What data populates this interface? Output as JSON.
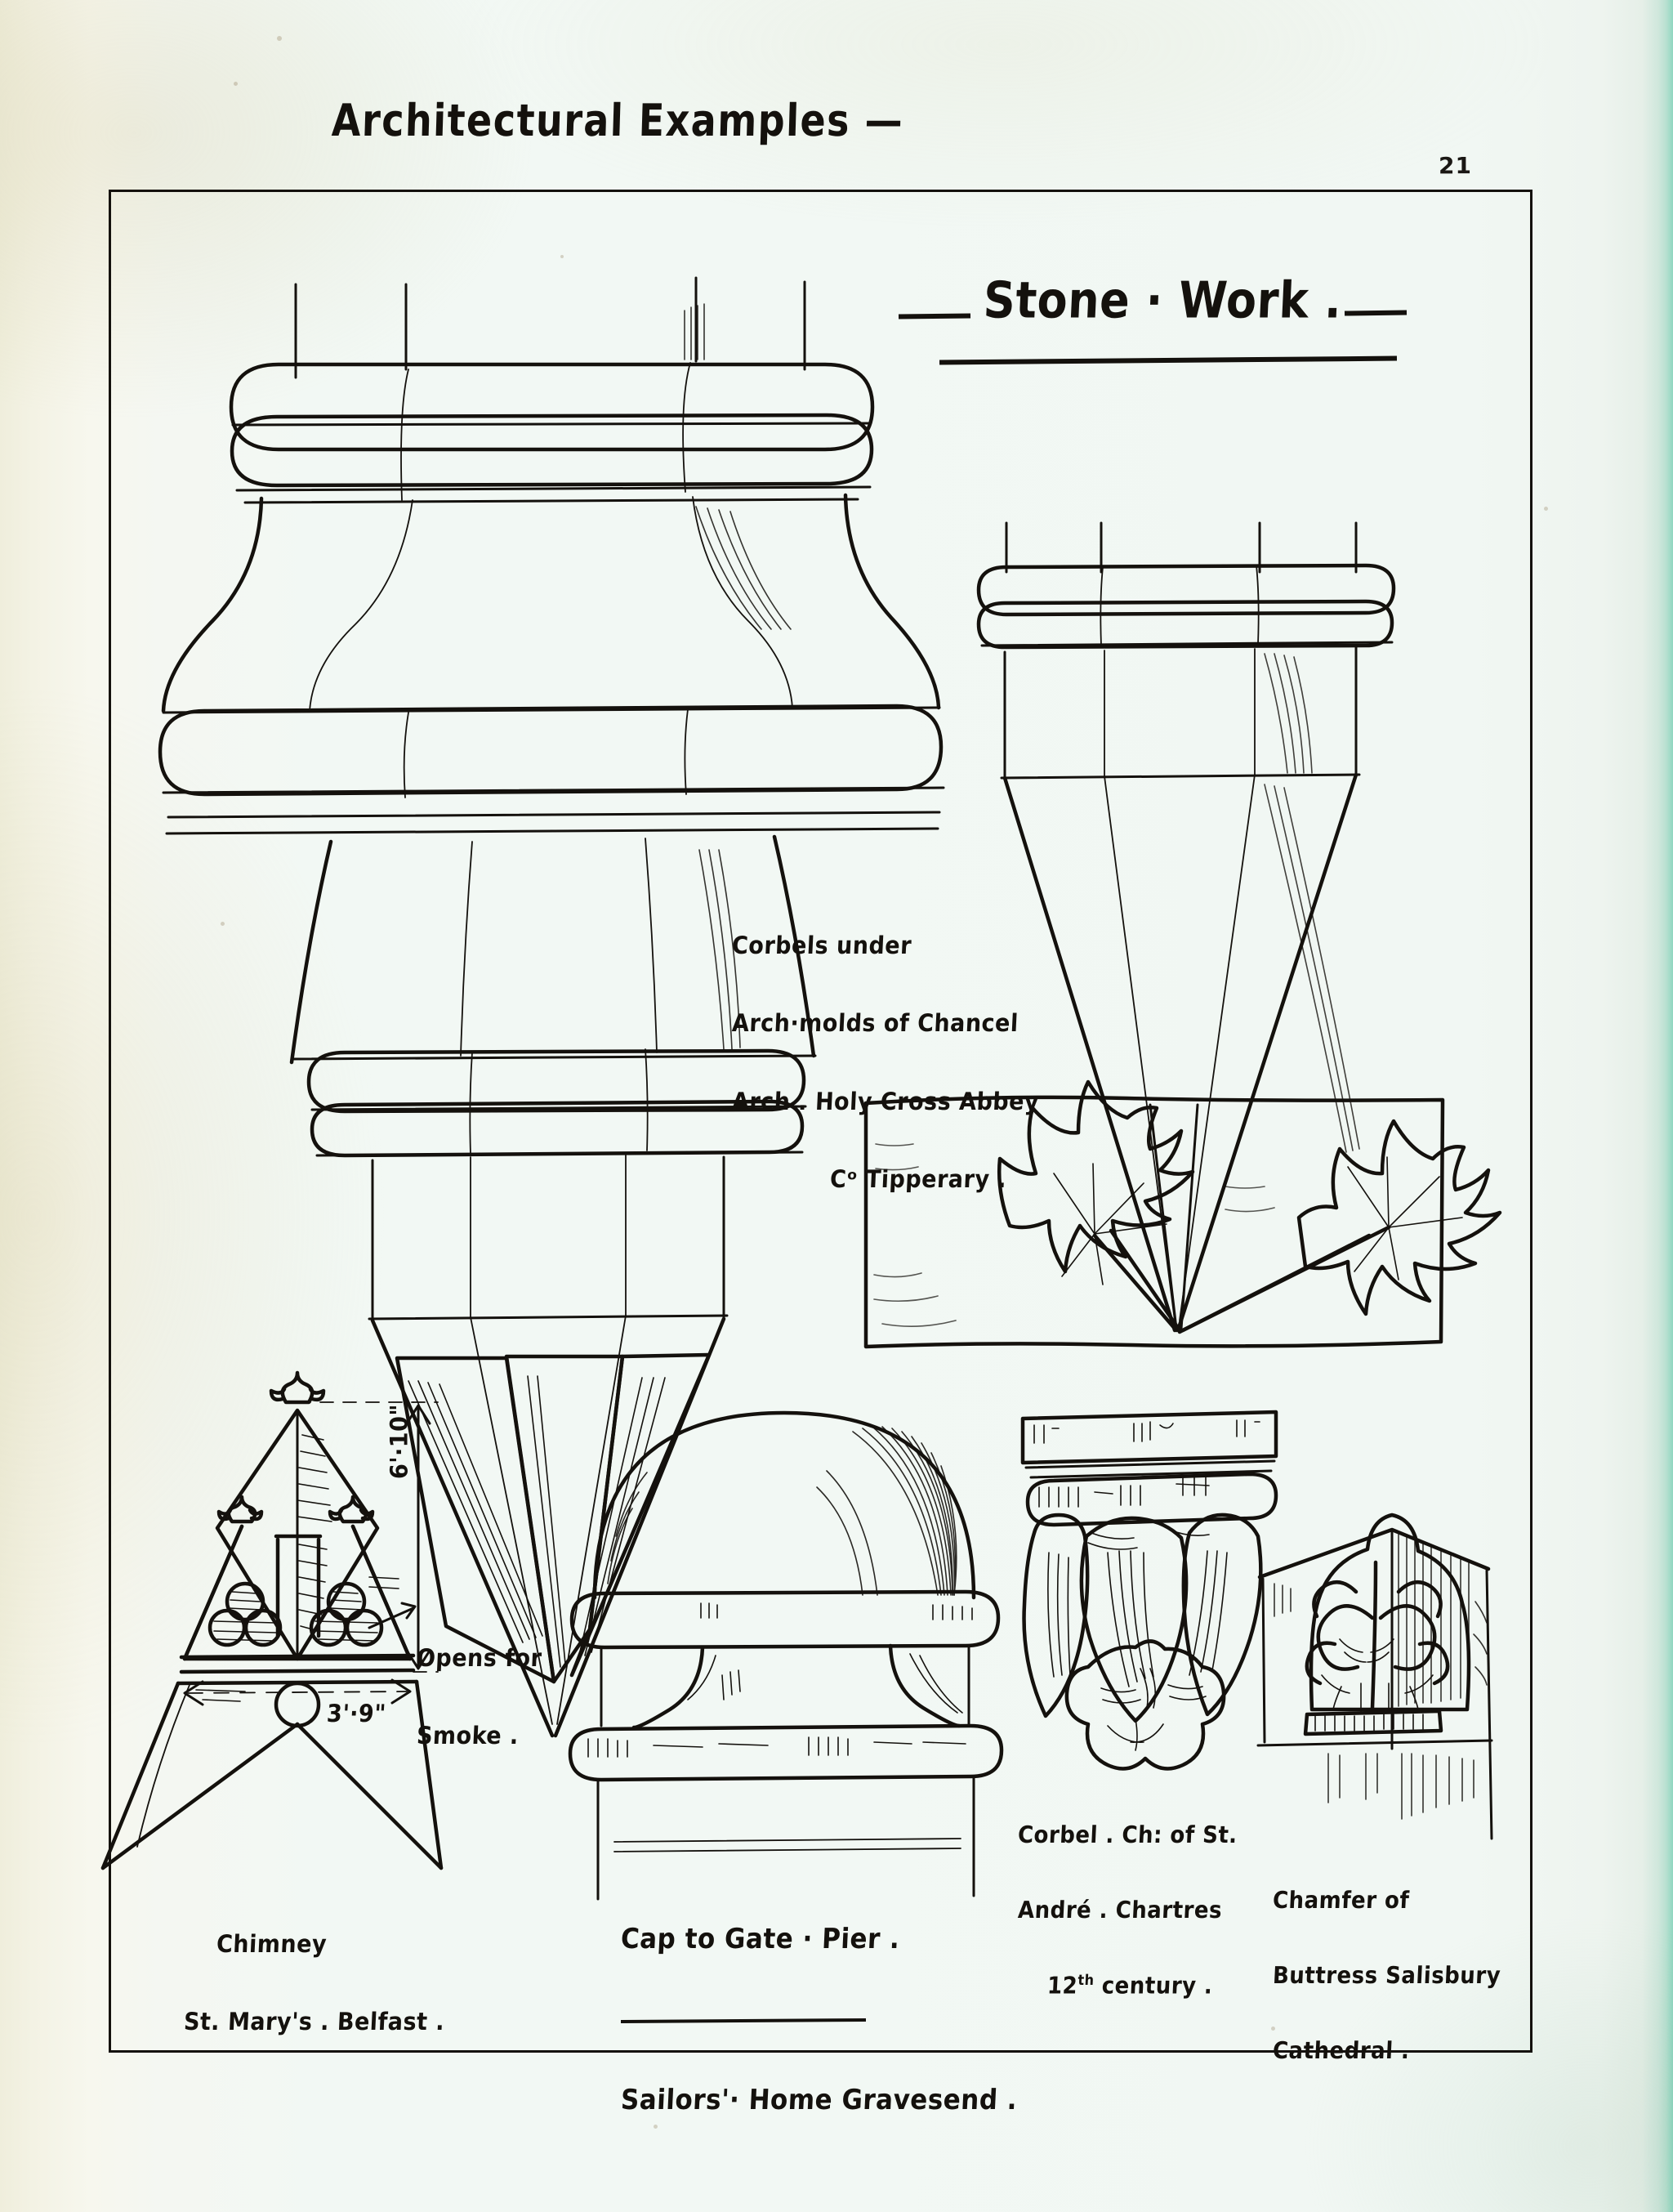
{
  "page": {
    "header_title": "Architectural Examples —",
    "page_number": "21",
    "heading": "Stone · Work .",
    "paper_color": "#f2f8f4",
    "ink_color": "#14110d",
    "edge_color": "#8fd6c0"
  },
  "figures": {
    "corbels": {
      "caption_line1": "Corbels under",
      "caption_line2": "Arch·molds of Chancel",
      "caption_line3": "Arch . Holy Cross Abbey",
      "caption_line4": "Cᵒ Tipperary ."
    },
    "chimney": {
      "caption_line1": "Chimney",
      "caption_line2": "St. Mary's . Belfast .",
      "note_line1": "Opens for",
      "note_line2": "Smoke .",
      "dim_height": "6'·10\"",
      "dim_width": "3'·9\""
    },
    "gate_pier": {
      "caption_line1": "Cap to Gate · Pier .",
      "caption_line2": "Sailors'· Home Gravesend ."
    },
    "chartres_corbel": {
      "caption_line1": "Corbel . Ch: of St.",
      "caption_line2": "André . Chartres",
      "caption_line3_num": "12",
      "caption_line3_sup": "th",
      "caption_line3_rest": " century ."
    },
    "salisbury_chamfer": {
      "caption_line1": "Chamfer of",
      "caption_line2": "Buttress Salisbury",
      "caption_line3": "Cathedral ."
    }
  }
}
